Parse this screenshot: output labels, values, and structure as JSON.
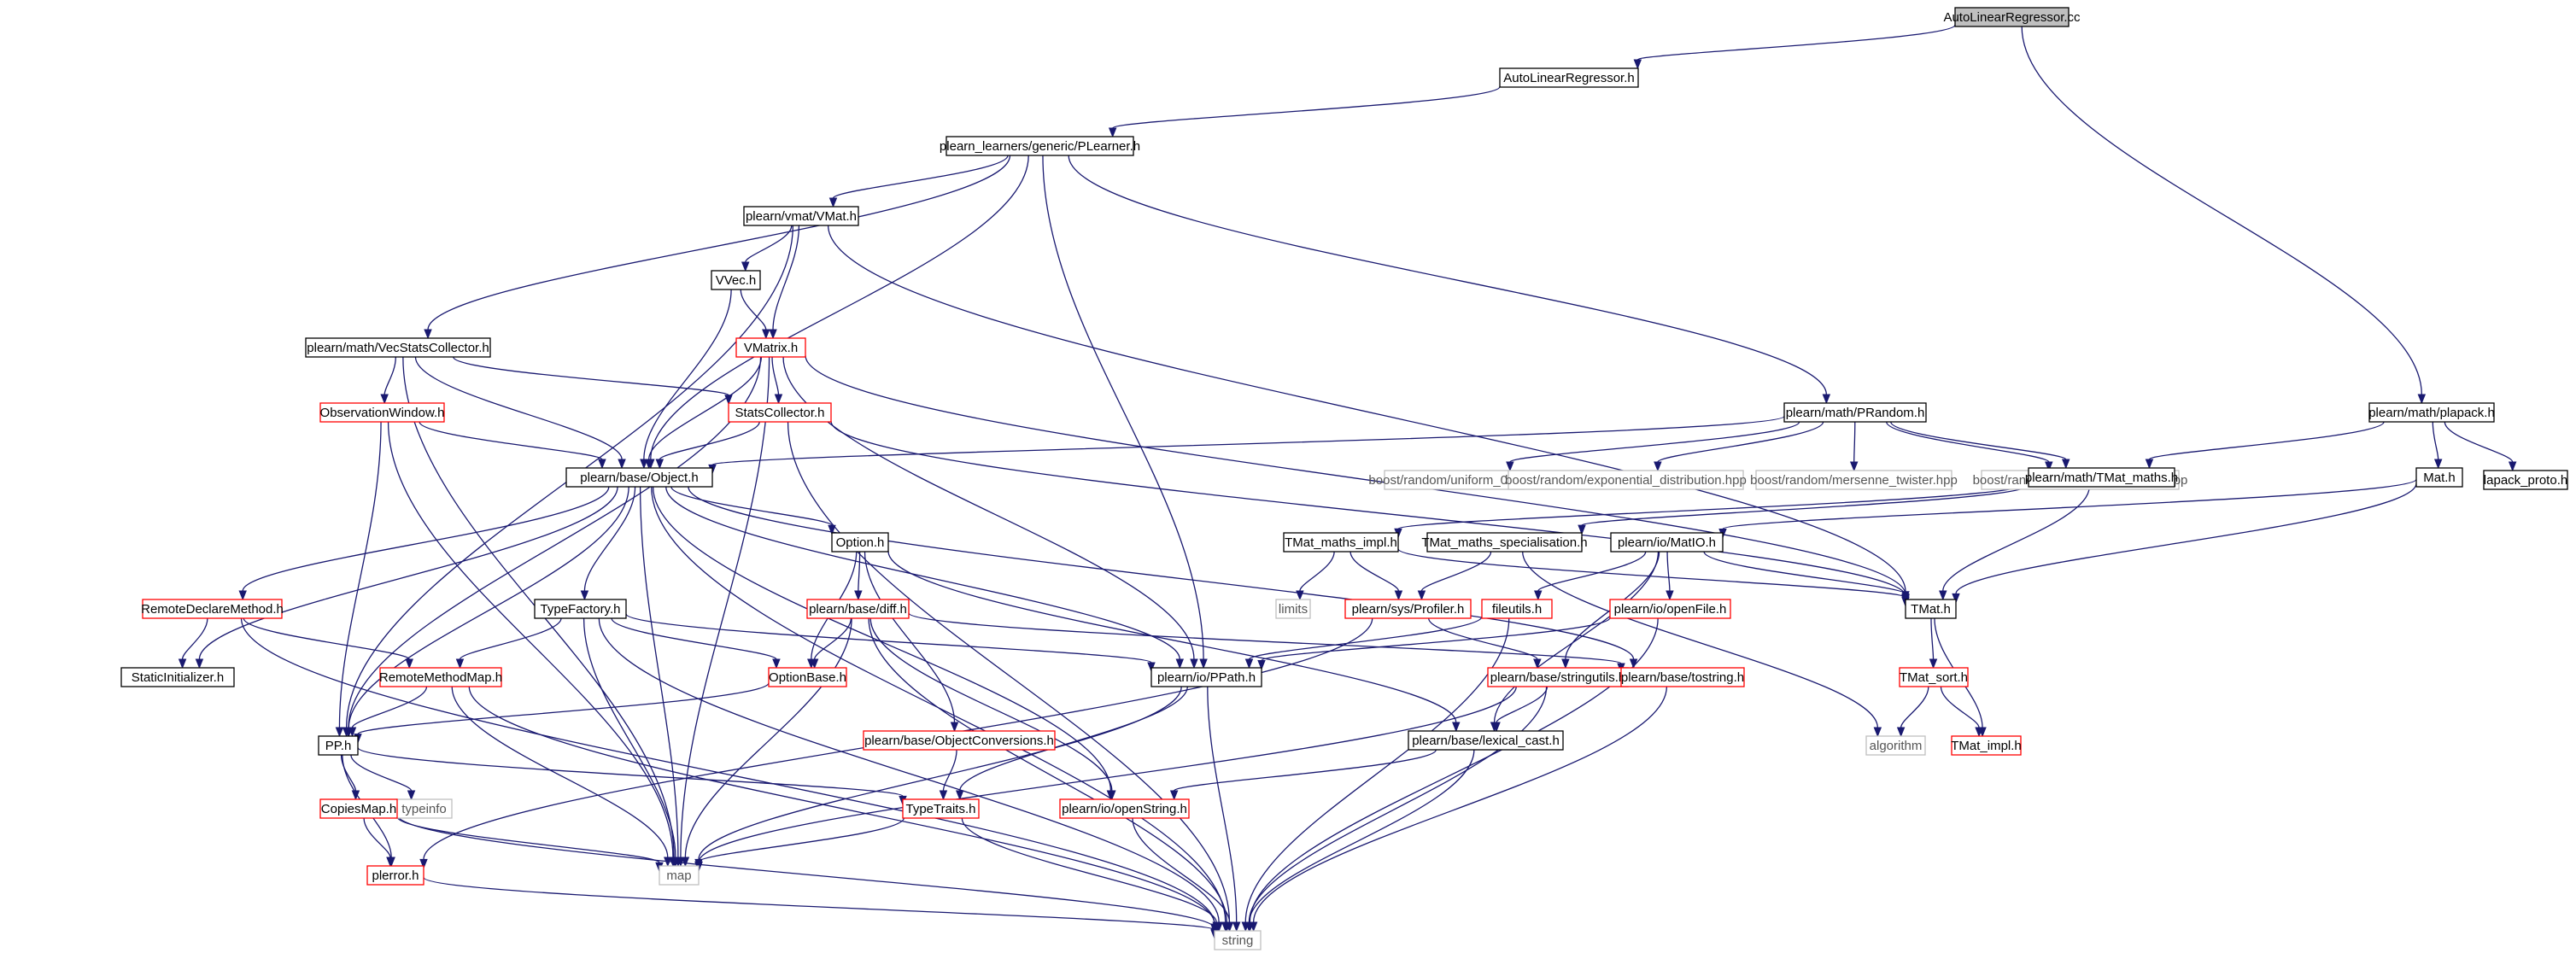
{
  "title": "",
  "colors": {
    "edge": "#191970",
    "border_normal": "#000000",
    "border_truncated": "#ff0000",
    "border_external": "#bfbfbf",
    "root_fill": "#bfbfbf"
  },
  "nodes": [
    {
      "id": "root",
      "label": "AutoLinearRegressor.cc",
      "kind": "root"
    },
    {
      "id": "alrh",
      "label": "AutoLinearRegressor.h",
      "kind": "normal"
    },
    {
      "id": "plearner",
      "label": "plearn_learners/generic/PLearner.h",
      "kind": "normal"
    },
    {
      "id": "vmat",
      "label": "plearn/vmat/VMat.h",
      "kind": "normal"
    },
    {
      "id": "vvec",
      "label": "VVec.h",
      "kind": "normal"
    },
    {
      "id": "vmatrix",
      "label": "VMatrix.h",
      "kind": "truncated"
    },
    {
      "id": "vecstats",
      "label": "plearn/math/VecStatsCollector.h",
      "kind": "normal"
    },
    {
      "id": "obswin",
      "label": "ObservationWindow.h",
      "kind": "truncated"
    },
    {
      "id": "statscol",
      "label": "StatsCollector.h",
      "kind": "truncated"
    },
    {
      "id": "object",
      "label": "plearn/base/Object.h",
      "kind": "normal"
    },
    {
      "id": "prandom",
      "label": "plearn/math/PRandom.h",
      "kind": "normal"
    },
    {
      "id": "uniform",
      "label": "boost/random/uniform_01.hpp",
      "kind": "external"
    },
    {
      "id": "expdist",
      "label": "boost/random/exponential_distribution.hpp",
      "kind": "external"
    },
    {
      "id": "mersenne",
      "label": "boost/random/mersenne_twister.hpp",
      "kind": "external"
    },
    {
      "id": "normdist",
      "label": "boost/random/normal_distribution.hpp",
      "kind": "external"
    },
    {
      "id": "tmatmaths",
      "label": "plearn/math/TMat_maths.h",
      "kind": "normal"
    },
    {
      "id": "plapack",
      "label": "plearn/math/plapack.h",
      "kind": "normal"
    },
    {
      "id": "math",
      "label": "Mat.h",
      "kind": "normal"
    },
    {
      "id": "lapack",
      "label": "lapack_proto.h",
      "kind": "normal"
    },
    {
      "id": "tmatimpl",
      "label": "TMat_maths_impl.h",
      "kind": "normal"
    },
    {
      "id": "tmatspec",
      "label": "TMat_maths_specialisation.h",
      "kind": "normal"
    },
    {
      "id": "matio",
      "label": "plearn/io/MatIO.h",
      "kind": "normal"
    },
    {
      "id": "option",
      "label": "Option.h",
      "kind": "normal"
    },
    {
      "id": "limits",
      "label": "limits",
      "kind": "external"
    },
    {
      "id": "profiler",
      "label": "plearn/sys/Profiler.h",
      "kind": "truncated"
    },
    {
      "id": "fileutils",
      "label": "fileutils.h",
      "kind": "truncated"
    },
    {
      "id": "openfile",
      "label": "plearn/io/openFile.h",
      "kind": "truncated"
    },
    {
      "id": "tmath",
      "label": "TMat.h",
      "kind": "normal"
    },
    {
      "id": "remotedecl",
      "label": "RemoteDeclareMethod.h",
      "kind": "truncated"
    },
    {
      "id": "typefactory",
      "label": "TypeFactory.h",
      "kind": "normal"
    },
    {
      "id": "basediff",
      "label": "plearn/base/diff.h",
      "kind": "truncated"
    },
    {
      "id": "staticinit",
      "label": "StaticInitializer.h",
      "kind": "normal"
    },
    {
      "id": "remotemm",
      "label": "RemoteMethodMap.h",
      "kind": "truncated"
    },
    {
      "id": "optionbase",
      "label": "OptionBase.h",
      "kind": "truncated"
    },
    {
      "id": "ppath",
      "label": "plearn/io/PPath.h",
      "kind": "normal"
    },
    {
      "id": "stringutils",
      "label": "plearn/base/stringutils.h",
      "kind": "truncated"
    },
    {
      "id": "tostring",
      "label": "plearn/base/tostring.h",
      "kind": "truncated"
    },
    {
      "id": "tmatsort",
      "label": "TMat_sort.h",
      "kind": "truncated"
    },
    {
      "id": "algorithm",
      "label": "algorithm",
      "kind": "external"
    },
    {
      "id": "tmatimplh",
      "label": "TMat_impl.h",
      "kind": "truncated"
    },
    {
      "id": "pph",
      "label": "PP.h",
      "kind": "normal"
    },
    {
      "id": "typeinfo",
      "label": "typeinfo",
      "kind": "external"
    },
    {
      "id": "objconv",
      "label": "plearn/base/ObjectConversions.h",
      "kind": "truncated"
    },
    {
      "id": "lexcast",
      "label": "plearn/base/lexical_cast.h",
      "kind": "normal"
    },
    {
      "id": "copiesmap",
      "label": "CopiesMap.h",
      "kind": "truncated"
    },
    {
      "id": "typetraits",
      "label": "TypeTraits.h",
      "kind": "truncated"
    },
    {
      "id": "openstring",
      "label": "plearn/io/openString.h",
      "kind": "truncated"
    },
    {
      "id": "map",
      "label": "map",
      "kind": "external"
    },
    {
      "id": "perror",
      "label": "plerror.h",
      "kind": "truncated"
    },
    {
      "id": "string",
      "label": "string",
      "kind": "external"
    }
  ],
  "edges": [
    [
      "root",
      "alrh"
    ],
    [
      "root",
      "plapack"
    ],
    [
      "alrh",
      "plearner"
    ],
    [
      "plearner",
      "vmat"
    ],
    [
      "plearner",
      "vecstats"
    ],
    [
      "plearner",
      "object"
    ],
    [
      "plearner",
      "prandom"
    ],
    [
      "plearner",
      "ppath"
    ],
    [
      "vmat",
      "vvec"
    ],
    [
      "vmat",
      "vmatrix"
    ],
    [
      "vmat",
      "pph"
    ],
    [
      "vmat",
      "tmath"
    ],
    [
      "vvec",
      "vmatrix"
    ],
    [
      "vvec",
      "object"
    ],
    [
      "vmatrix",
      "statscol"
    ],
    [
      "vmatrix",
      "object"
    ],
    [
      "vmatrix",
      "ppath"
    ],
    [
      "vmatrix",
      "pph"
    ],
    [
      "vmatrix",
      "map"
    ],
    [
      "vmatrix",
      "tmath"
    ],
    [
      "vecstats",
      "obswin"
    ],
    [
      "vecstats",
      "statscol"
    ],
    [
      "vecstats",
      "object"
    ],
    [
      "vecstats",
      "map"
    ],
    [
      "obswin",
      "object"
    ],
    [
      "obswin",
      "pph"
    ],
    [
      "obswin",
      "map"
    ],
    [
      "statscol",
      "object"
    ],
    [
      "statscol",
      "tmath"
    ],
    [
      "statscol",
      "string"
    ],
    [
      "prandom",
      "object"
    ],
    [
      "prandom",
      "uniform"
    ],
    [
      "prandom",
      "expdist"
    ],
    [
      "prandom",
      "mersenne"
    ],
    [
      "prandom",
      "normdist"
    ],
    [
      "prandom",
      "tmatmaths"
    ],
    [
      "plapack",
      "tmatmaths"
    ],
    [
      "plapack",
      "math"
    ],
    [
      "plapack",
      "lapack"
    ],
    [
      "tmatmaths",
      "tmatimpl"
    ],
    [
      "tmatmaths",
      "tmatspec"
    ],
    [
      "tmatmaths",
      "tmath"
    ],
    [
      "math",
      "matio"
    ],
    [
      "math",
      "tmath"
    ],
    [
      "tmatimpl",
      "limits"
    ],
    [
      "tmatimpl",
      "profiler"
    ],
    [
      "tmatimpl",
      "tmath"
    ],
    [
      "tmatspec",
      "profiler"
    ],
    [
      "tmatspec",
      "algorithm"
    ],
    [
      "matio",
      "fileutils"
    ],
    [
      "matio",
      "openfile"
    ],
    [
      "matio",
      "stringutils"
    ],
    [
      "matio",
      "lexcast"
    ],
    [
      "matio",
      "tmath"
    ],
    [
      "object",
      "remotedecl"
    ],
    [
      "object",
      "staticinit"
    ],
    [
      "object",
      "typefactory"
    ],
    [
      "object",
      "option"
    ],
    [
      "object",
      "ppath"
    ],
    [
      "object",
      "pph"
    ],
    [
      "object",
      "map"
    ],
    [
      "object",
      "string"
    ],
    [
      "object",
      "openstring"
    ],
    [
      "object",
      "tostring"
    ],
    [
      "option",
      "basediff"
    ],
    [
      "option",
      "optionbase"
    ],
    [
      "option",
      "objconv"
    ],
    [
      "option",
      "lexcast"
    ],
    [
      "basediff",
      "optionbase"
    ],
    [
      "basediff",
      "openstring"
    ],
    [
      "basediff",
      "tostring"
    ],
    [
      "basediff",
      "map"
    ],
    [
      "basediff",
      "string"
    ],
    [
      "remotedecl",
      "remotemm"
    ],
    [
      "remotedecl",
      "staticinit"
    ],
    [
      "remotedecl",
      "string"
    ],
    [
      "typefactory",
      "remotemm"
    ],
    [
      "typefactory",
      "optionbase"
    ],
    [
      "typefactory",
      "ppath"
    ],
    [
      "typefactory",
      "map"
    ],
    [
      "typefactory",
      "string"
    ],
    [
      "remotemm",
      "pph"
    ],
    [
      "remotemm",
      "map"
    ],
    [
      "remotemm",
      "string"
    ],
    [
      "optionbase",
      "pph"
    ],
    [
      "profiler",
      "perror"
    ],
    [
      "profiler",
      "stringutils"
    ],
    [
      "fileutils",
      "ppath"
    ],
    [
      "fileutils",
      "string"
    ],
    [
      "openfile",
      "ppath"
    ],
    [
      "openfile",
      "string"
    ],
    [
      "ppath",
      "typetraits"
    ],
    [
      "ppath",
      "map"
    ],
    [
      "ppath",
      "string"
    ],
    [
      "stringutils",
      "lexcast"
    ],
    [
      "stringutils",
      "map"
    ],
    [
      "stringutils",
      "string"
    ],
    [
      "tostring",
      "string"
    ],
    [
      "tmath",
      "tmatsort"
    ],
    [
      "tmath",
      "tmatimplh"
    ],
    [
      "tmatsort",
      "algorithm"
    ],
    [
      "tmatsort",
      "tmatimplh"
    ],
    [
      "pph",
      "copiesmap"
    ],
    [
      "pph",
      "typeinfo"
    ],
    [
      "pph",
      "typetraits"
    ],
    [
      "pph",
      "perror"
    ],
    [
      "copiesmap",
      "perror"
    ],
    [
      "copiesmap",
      "map"
    ],
    [
      "copiesmap",
      "string"
    ],
    [
      "objconv",
      "typetraits"
    ],
    [
      "lexcast",
      "openstring"
    ],
    [
      "lexcast",
      "string"
    ],
    [
      "typetraits",
      "map"
    ],
    [
      "typetraits",
      "string"
    ],
    [
      "openstring",
      "string"
    ],
    [
      "perror",
      "string"
    ]
  ]
}
